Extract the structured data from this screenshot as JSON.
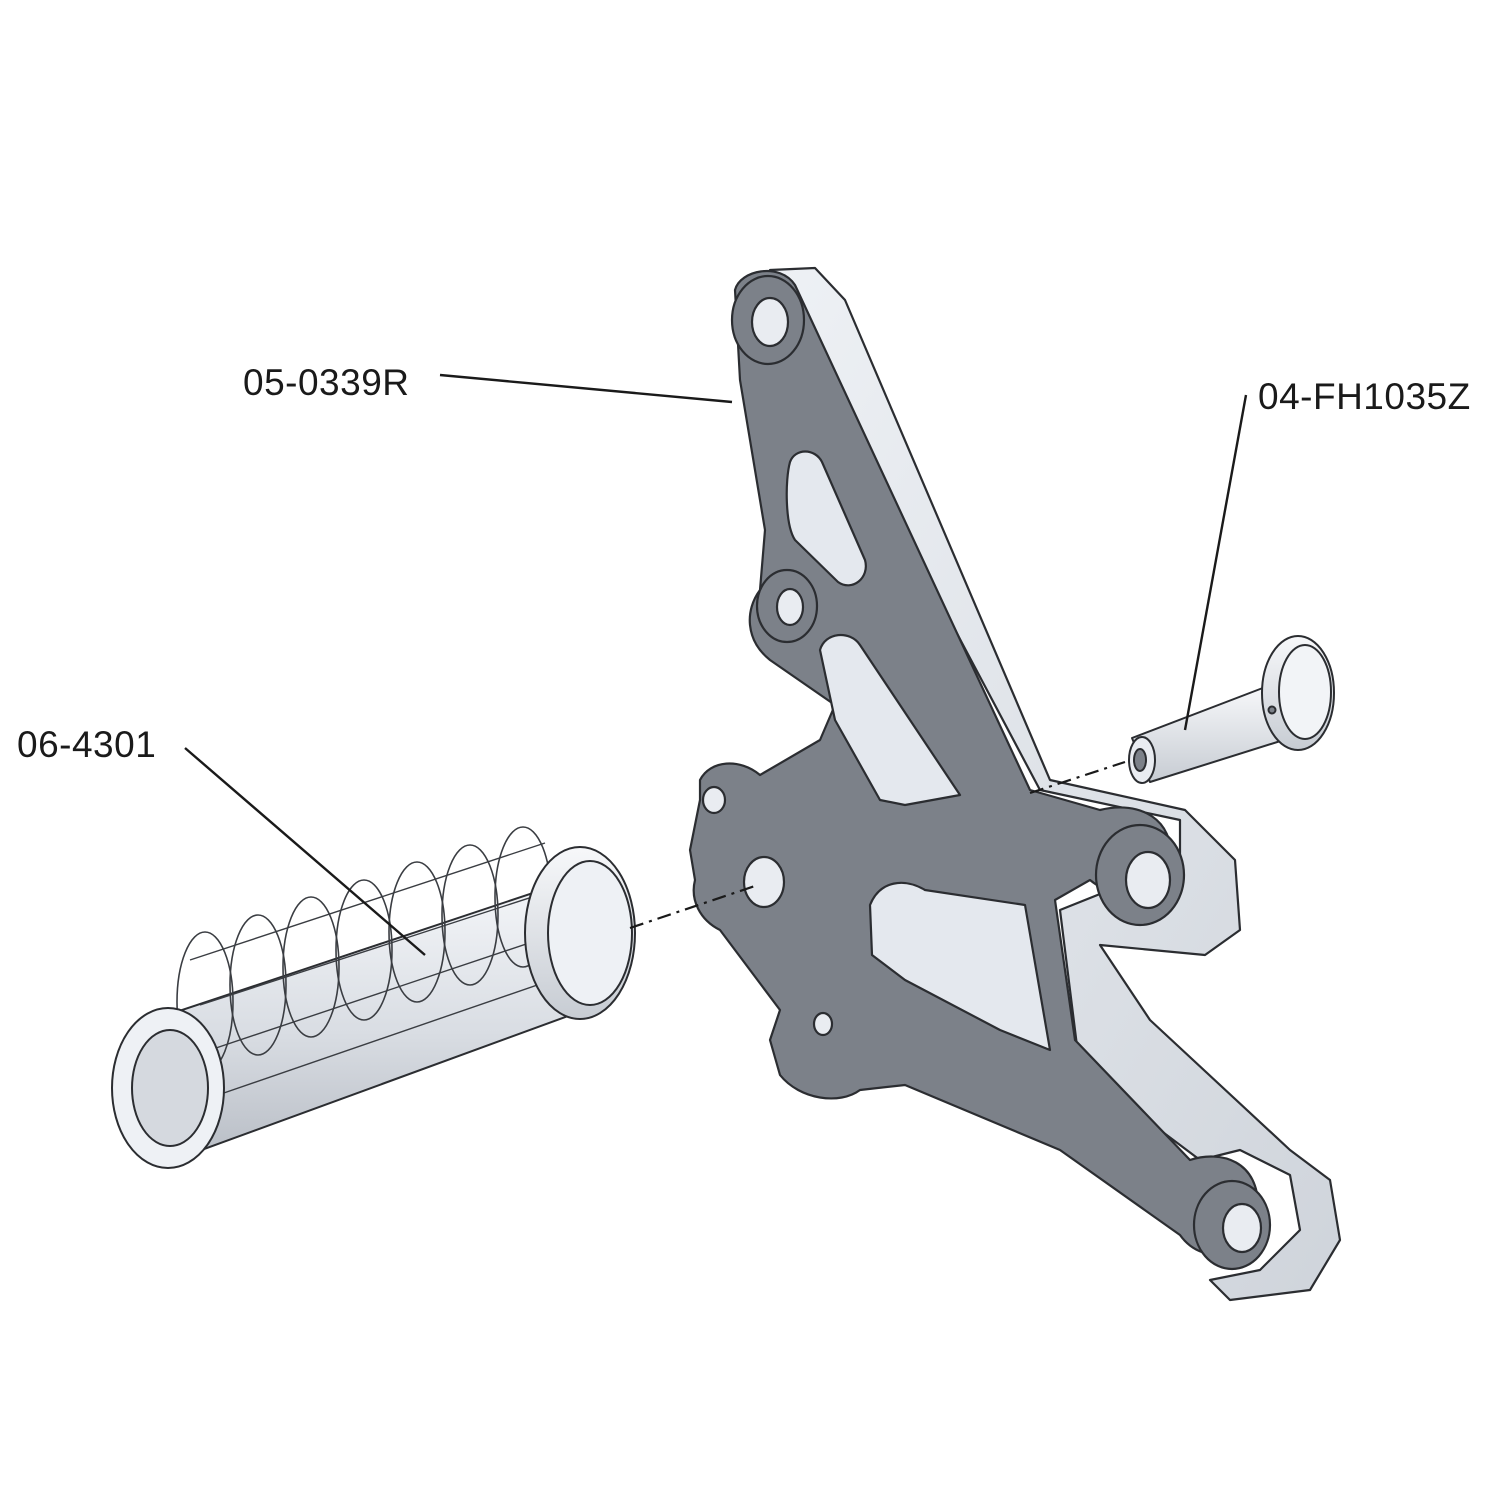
{
  "callouts": {
    "bracket_part_number": "05-0339R",
    "pin_part_number": "04-FH1035Z",
    "peg_part_number": "06-4301"
  },
  "colors": {
    "background": "#ffffff",
    "part_face": "#7c8189",
    "part_edge": "#2b2d31",
    "part_highlight": "#e9ecf1",
    "leader_line": "#1a1a1a"
  }
}
